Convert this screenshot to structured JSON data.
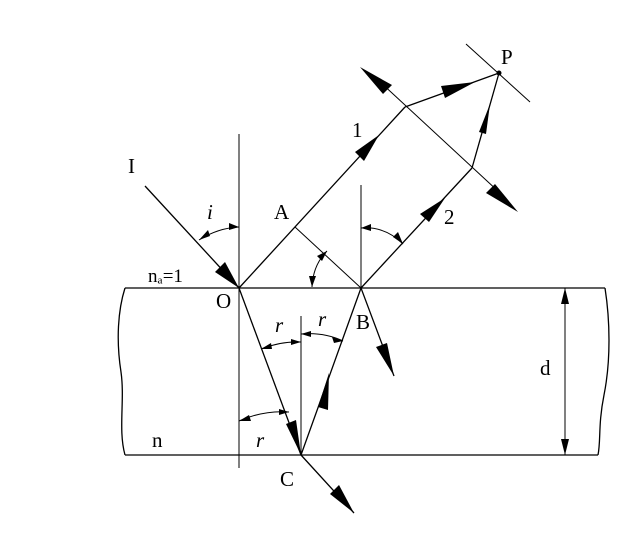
{
  "labels": {
    "incident_ray": "I",
    "angle_incidence": "i",
    "point_A": "A",
    "ray_1": "1",
    "ray_2": "2",
    "point_P": "P",
    "air_index": "nₐ=1",
    "point_O": "O",
    "point_B": "B",
    "angle_r_left": "r",
    "angle_r_right": "r",
    "thickness": "d",
    "film_index": "n",
    "angle_r_bottom": "r",
    "point_C": "C"
  }
}
